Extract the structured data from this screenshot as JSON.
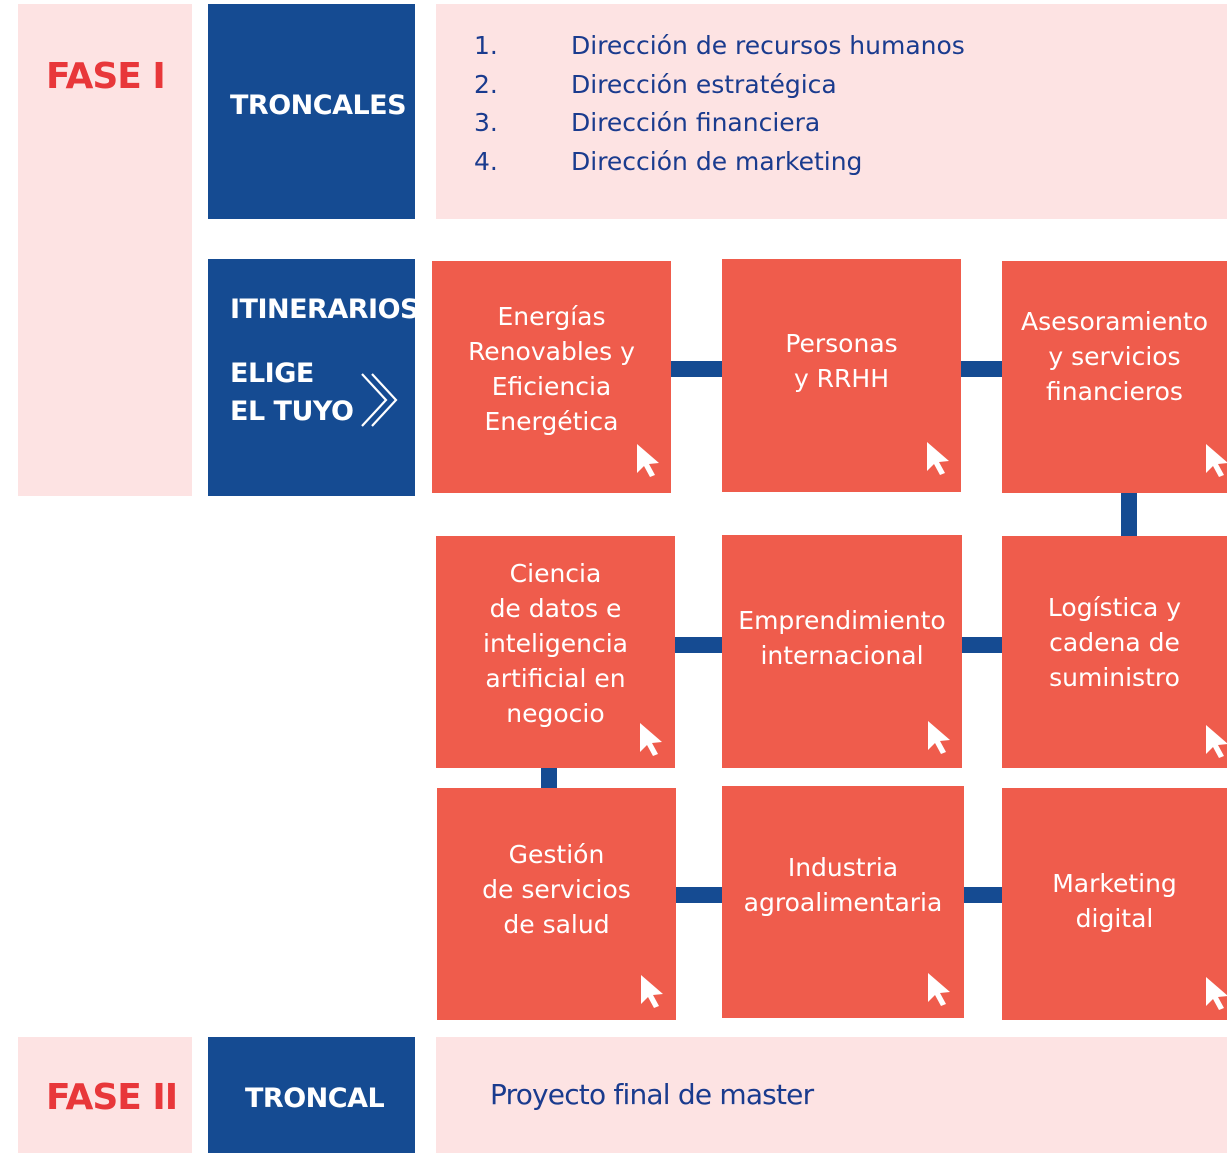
{
  "phase1": {
    "label": "FASE I",
    "troncales_label": "TRONCALES",
    "courses": [
      {
        "num": "1.",
        "name": "Dirección de recursos humanos"
      },
      {
        "num": "2.",
        "name": "Dirección estratégica"
      },
      {
        "num": "3.",
        "name": "Dirección financiera"
      },
      {
        "num": "4.",
        "name": "Dirección de marketing"
      }
    ],
    "itinerarios_label": "ITINERARIOS",
    "elige_line1": "ELIGE",
    "elige_line2": "EL TUYO"
  },
  "itineraries": [
    "Energías\nRenovables y\nEficiencia\nEnergética",
    "Personas\ny RRHH",
    "Asesoramiento\ny servicios\nfinancieros",
    "Ciencia\nde datos e\ninteligencia\nartificial en\nnegocio",
    "Emprendimiento\ninternacional",
    "Logística y\ncadena de\nsuministro",
    "Gestión\nde servicios\nde salud",
    "Industria\nagroalimentaria",
    "Marketing\ndigital"
  ],
  "phase2": {
    "label": "FASE II",
    "troncal_label": "TRONCAL",
    "project": "Proyecto final de master"
  },
  "colors": {
    "phase_bg": "#fde3e3",
    "navy": "#154b92",
    "tile": "#ef5c4c",
    "phase_text": "#e8373a",
    "list_text": "#1a3b8e"
  },
  "icons": {
    "chevron": "double-chevron-right-icon",
    "cursor": "mouse-pointer-icon"
  }
}
